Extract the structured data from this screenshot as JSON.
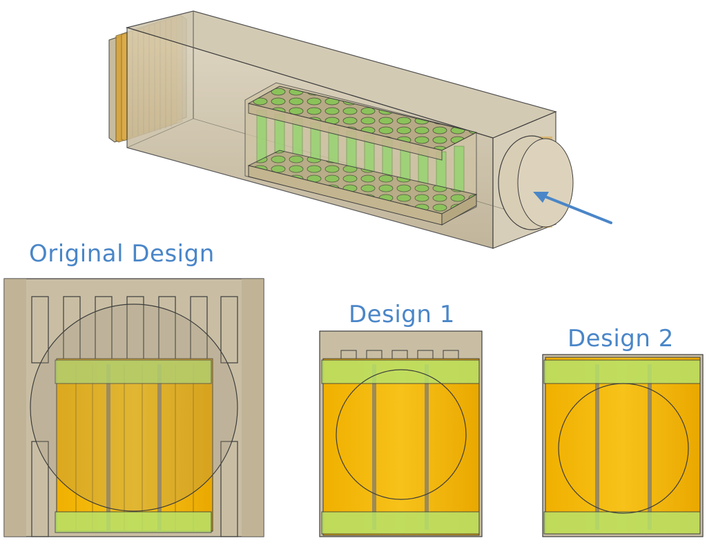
{
  "labels": {
    "original": "Original Design",
    "design1": "Design 1",
    "design2": "Design 2"
  },
  "colors": {
    "housing_fill": "#c9bea4",
    "housing_stroke": "#3c3c3c",
    "cell_yellow": "#f4b400",
    "plate_green": "#b8e26a",
    "fin_amber": "#d9a233",
    "cylinder_green": "#8fd66a",
    "arrow_blue": "#4a86c8",
    "caption_blue": "#4a86c8"
  }
}
